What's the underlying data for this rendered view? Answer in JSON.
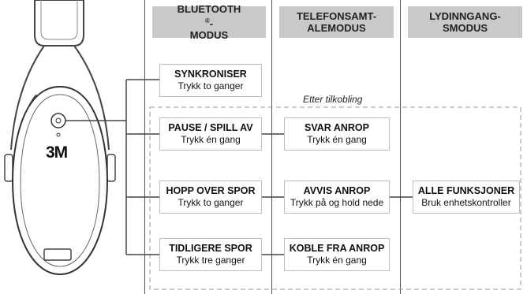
{
  "columns": [
    {
      "line1": "BLUETOOTH",
      "sup": "®",
      "line1_suffix": "-",
      "line2": "MODUS"
    },
    {
      "line1": "TELEFONSAMT-",
      "line2": "ALEMODUS"
    },
    {
      "line1": "LYDINNGANG-",
      "line2": "SMODUS"
    }
  ],
  "note": "Etter tilkobling",
  "bluetooth": [
    {
      "title": "SYNKRONISER",
      "sub": "Trykk to ganger"
    },
    {
      "title": "PAUSE / SPILL AV",
      "sub": "Trykk én gang"
    },
    {
      "title": "HOPP OVER SPOR",
      "sub": "Trykk to ganger"
    },
    {
      "title": "TIDLIGERE SPOR",
      "sub": "Trykk tre ganger"
    }
  ],
  "phone": [
    {
      "title": "SVAR ANROP",
      "sub": "Trykk én gang"
    },
    {
      "title": "AVVIS ANROP",
      "sub": "Trykk på og hold nede"
    },
    {
      "title": "KOBLE FRA ANROP",
      "sub": "Trykk én gang"
    }
  ],
  "input": [
    {
      "title": "ALLE FUNKSJONER",
      "sub": "Bruk enhetskontroller"
    }
  ],
  "logo": "3M"
}
